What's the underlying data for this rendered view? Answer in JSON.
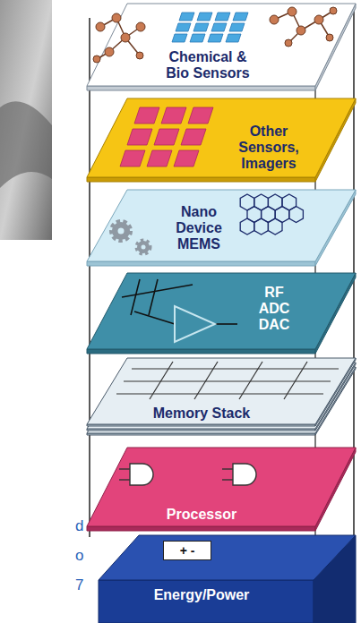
{
  "diagram": {
    "nodes": [
      {
        "text": [
          "Chemical & Bio Sensors"
        ]
      },
      {
        "text": [
          "Other Sensors, Imagers"
        ]
      },
      {
        "text": [
          "Nano Device MEMS"
        ]
      },
      {
        "text": [
          "RF ADC DAC"
        ]
      },
      {
        "text": [
          "Memory Stack"
        ]
      },
      {
        "text": [
          "Processor"
        ]
      },
      {
        "text": [
          "Energy/Power"
        ]
      },
      {
        "text": [
          "+ -"
        ],
        "in": 6
      }
    ],
    "labels": [
      "d",
      "o",
      "7"
    ]
  }
}
